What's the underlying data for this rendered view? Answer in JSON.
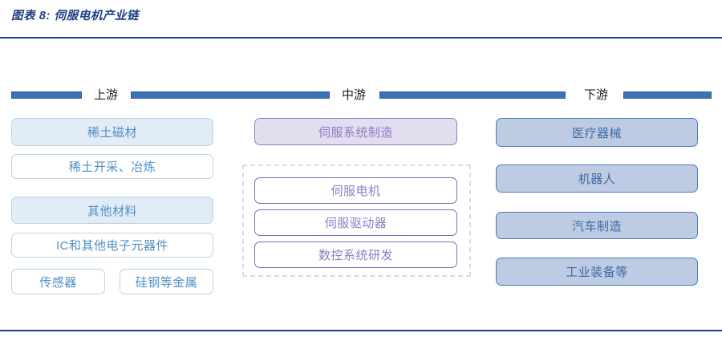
{
  "figure": {
    "title": "图表 8:  伺服电机产业链",
    "accent_color": "#1a3f95"
  },
  "header": {
    "bar_color": "#3d72b8",
    "segments": [
      {
        "label": "上游"
      },
      {
        "label": "中游"
      },
      {
        "label": "下游"
      }
    ]
  },
  "columns": {
    "upstream": {
      "label": "上游",
      "fill_color": "#e2ecf7",
      "border_color": "#bcd3ea",
      "text_color": "#4f90c4",
      "nodes": [
        {
          "label": "稀土磁材",
          "style": "filled"
        },
        {
          "label": "稀土开采、冶炼",
          "style": "plain"
        },
        {
          "label": "其他材料",
          "style": "filled"
        },
        {
          "label": "IC和其他电子元器件",
          "style": "plain"
        },
        {
          "label": "传感器",
          "style": "plain"
        },
        {
          "label": "硅钢等金属",
          "style": "plain"
        }
      ]
    },
    "midstream": {
      "label": "中游",
      "fill_color": "#e2ddef",
      "border_color": "#8d7cc4",
      "text_color": "#8d7cc4",
      "header_node": {
        "label": "伺服系统制造",
        "style": "filled"
      },
      "group_nodes": [
        {
          "label": "伺服电机",
          "style": "plain"
        },
        {
          "label": "伺服驱动器",
          "style": "plain"
        },
        {
          "label": "数控系统研发",
          "style": "plain"
        }
      ]
    },
    "downstream": {
      "label": "下游",
      "fill_color": "#bdcbe3",
      "border_color": "#4a7bbd",
      "text_color": "#3f6ba8",
      "nodes": [
        {
          "label": "医疗器械",
          "style": "filled"
        },
        {
          "label": "机器人",
          "style": "filled"
        },
        {
          "label": "汽车制造",
          "style": "filled"
        },
        {
          "label": "工业装备等",
          "style": "filled"
        }
      ]
    }
  }
}
